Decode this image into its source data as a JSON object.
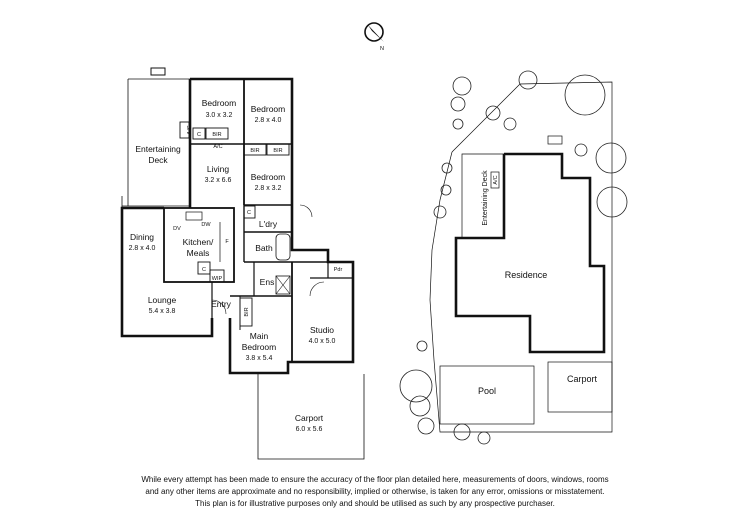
{
  "compass": {
    "label": "N"
  },
  "floorplan": {
    "rooms": [
      {
        "key": "bed1",
        "name": "Bedroom",
        "dims": "3.0 x 3.2"
      },
      {
        "key": "bed2",
        "name": "Bedroom",
        "dims": "2.8 x 4.0"
      },
      {
        "key": "deck",
        "name": "Entertaining Deck",
        "name_line1": "Entertaining",
        "name_line2": "Deck"
      },
      {
        "key": "living",
        "name": "Living",
        "dims": "3.2 x 6.6"
      },
      {
        "key": "bed3",
        "name": "Bedroom",
        "dims": "2.8 x 3.2"
      },
      {
        "key": "dining",
        "name": "Dining",
        "dims": "2.8 x 4.0"
      },
      {
        "key": "kitchen",
        "name": "Kitchen/ Meals",
        "name_line1": "Kitchen/",
        "name_line2": "Meals"
      },
      {
        "key": "ldry",
        "name": "L'dry"
      },
      {
        "key": "bath",
        "name": "Bath"
      },
      {
        "key": "pdr",
        "name": "Pdr"
      },
      {
        "key": "ens",
        "name": "Ens"
      },
      {
        "key": "lounge",
        "name": "Lounge",
        "dims": "5.4 x 3.8"
      },
      {
        "key": "entry",
        "name": "Entry"
      },
      {
        "key": "studio",
        "name": "Studio",
        "dims": "4.0 x 5.0"
      },
      {
        "key": "main",
        "name": "Main Bedroom",
        "name_line1": "Main",
        "name_line2": "Bedroom",
        "dims": "3.8 x 5.4"
      },
      {
        "key": "carport",
        "name": "Carport",
        "dims": "6.0 x 5.6"
      }
    ],
    "fixtures": {
      "ac_wall": "A/C",
      "ac": "A/C",
      "c": "C",
      "bir": "BIR",
      "wip": "WIP",
      "dw": "DW",
      "f": "F",
      "dv": "DV"
    }
  },
  "siteplan": {
    "residence": "Residence",
    "deck": "Entertaining Deck",
    "ac": "A/C",
    "pool": "Pool",
    "carport": "Carport"
  },
  "disclaimer": {
    "line1": "While every attempt has been made to ensure the accuracy of the floor plan detailed here, measurements of doors, windows, rooms",
    "line2": "and any other items are approximate and no responsibility, implied or otherwise, is taken for any error, omissions or misstatement.",
    "line3": "This plan is for illustrative purposes only and should be utilised as such by any prospective purchaser."
  }
}
